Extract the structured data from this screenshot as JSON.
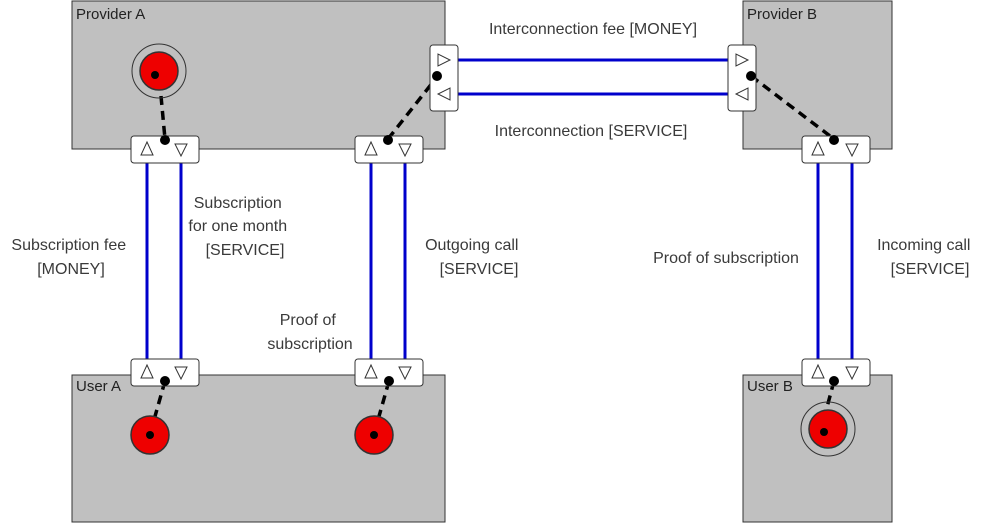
{
  "actors": {
    "provider_a": "Provider A",
    "provider_b": "Provider B",
    "user_a": "User A",
    "user_b": "User B"
  },
  "flows": {
    "interconnection_fee": "Interconnection fee  [MONEY]",
    "interconnection": "Interconnection  [SERVICE]",
    "subscription_fee": [
      "Subscription fee",
      "[MONEY]"
    ],
    "subscription_one_month": [
      "Subscription",
      "for one month",
      "[SERVICE]"
    ],
    "outgoing_call": [
      "Outgoing call",
      "[SERVICE]"
    ],
    "proof_of_subscription_a": [
      "Proof of",
      "subscription"
    ],
    "proof_of_subscription_b": "Proof of subscription",
    "incoming_call": [
      "Incoming call",
      "[SERVICE]"
    ]
  },
  "colors": {
    "actor_fill": "#c0c0c0",
    "flow_line": "#0000cc",
    "start_stimulus": "#ee0000",
    "dependency_line": "#000000",
    "port_fill": "#ffffff"
  },
  "icons": {
    "start_stimulus": "red-circle-with-black-dot",
    "port_in": "triangle-up",
    "port_out": "triangle-down"
  }
}
